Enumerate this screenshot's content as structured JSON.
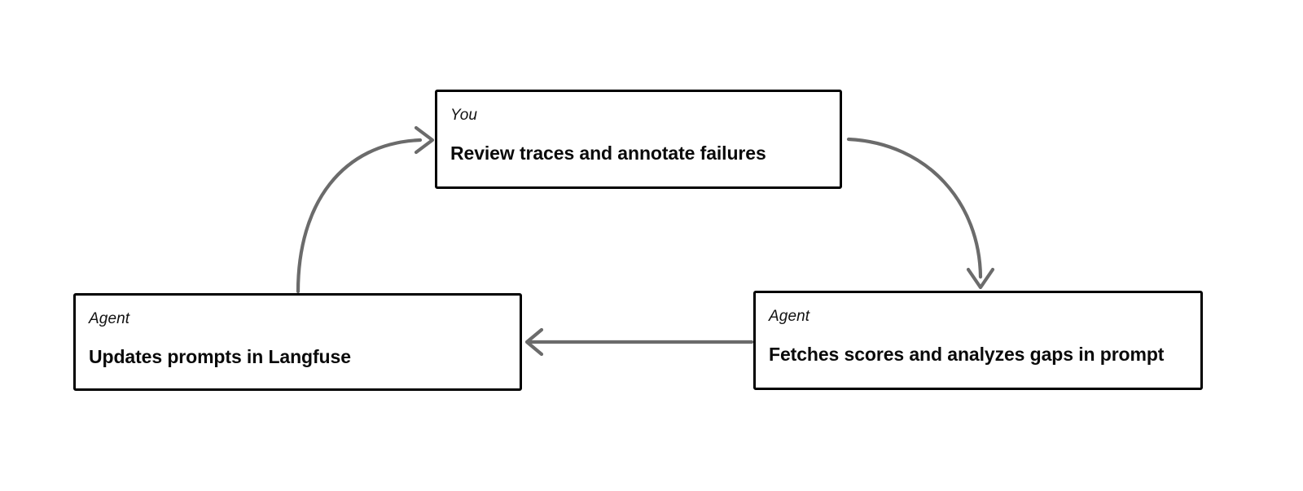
{
  "diagram": {
    "type": "cycle-flow",
    "title": "",
    "background_color": "#ffffff",
    "node_border_color": "#000000",
    "arrow_color": "#6b6b6b",
    "nodes": [
      {
        "id": "you",
        "role": "You",
        "title": "Review traces and annotate failures"
      },
      {
        "id": "agent-analyze",
        "role": "Agent",
        "title": "Fetches scores and analyzes gaps in prompt"
      },
      {
        "id": "agent-update",
        "role": "Agent",
        "title": "Updates prompts in Langfuse"
      }
    ],
    "edges": [
      {
        "id": "you-to-agent-analyze",
        "from": "you",
        "to": "agent-analyze",
        "style": "curved",
        "label": ""
      },
      {
        "id": "agent-analyze-to-agent-update",
        "from": "agent-analyze",
        "to": "agent-update",
        "style": "straight",
        "label": ""
      },
      {
        "id": "agent-update-to-you",
        "from": "agent-update",
        "to": "you",
        "style": "curved",
        "label": ""
      }
    ]
  }
}
